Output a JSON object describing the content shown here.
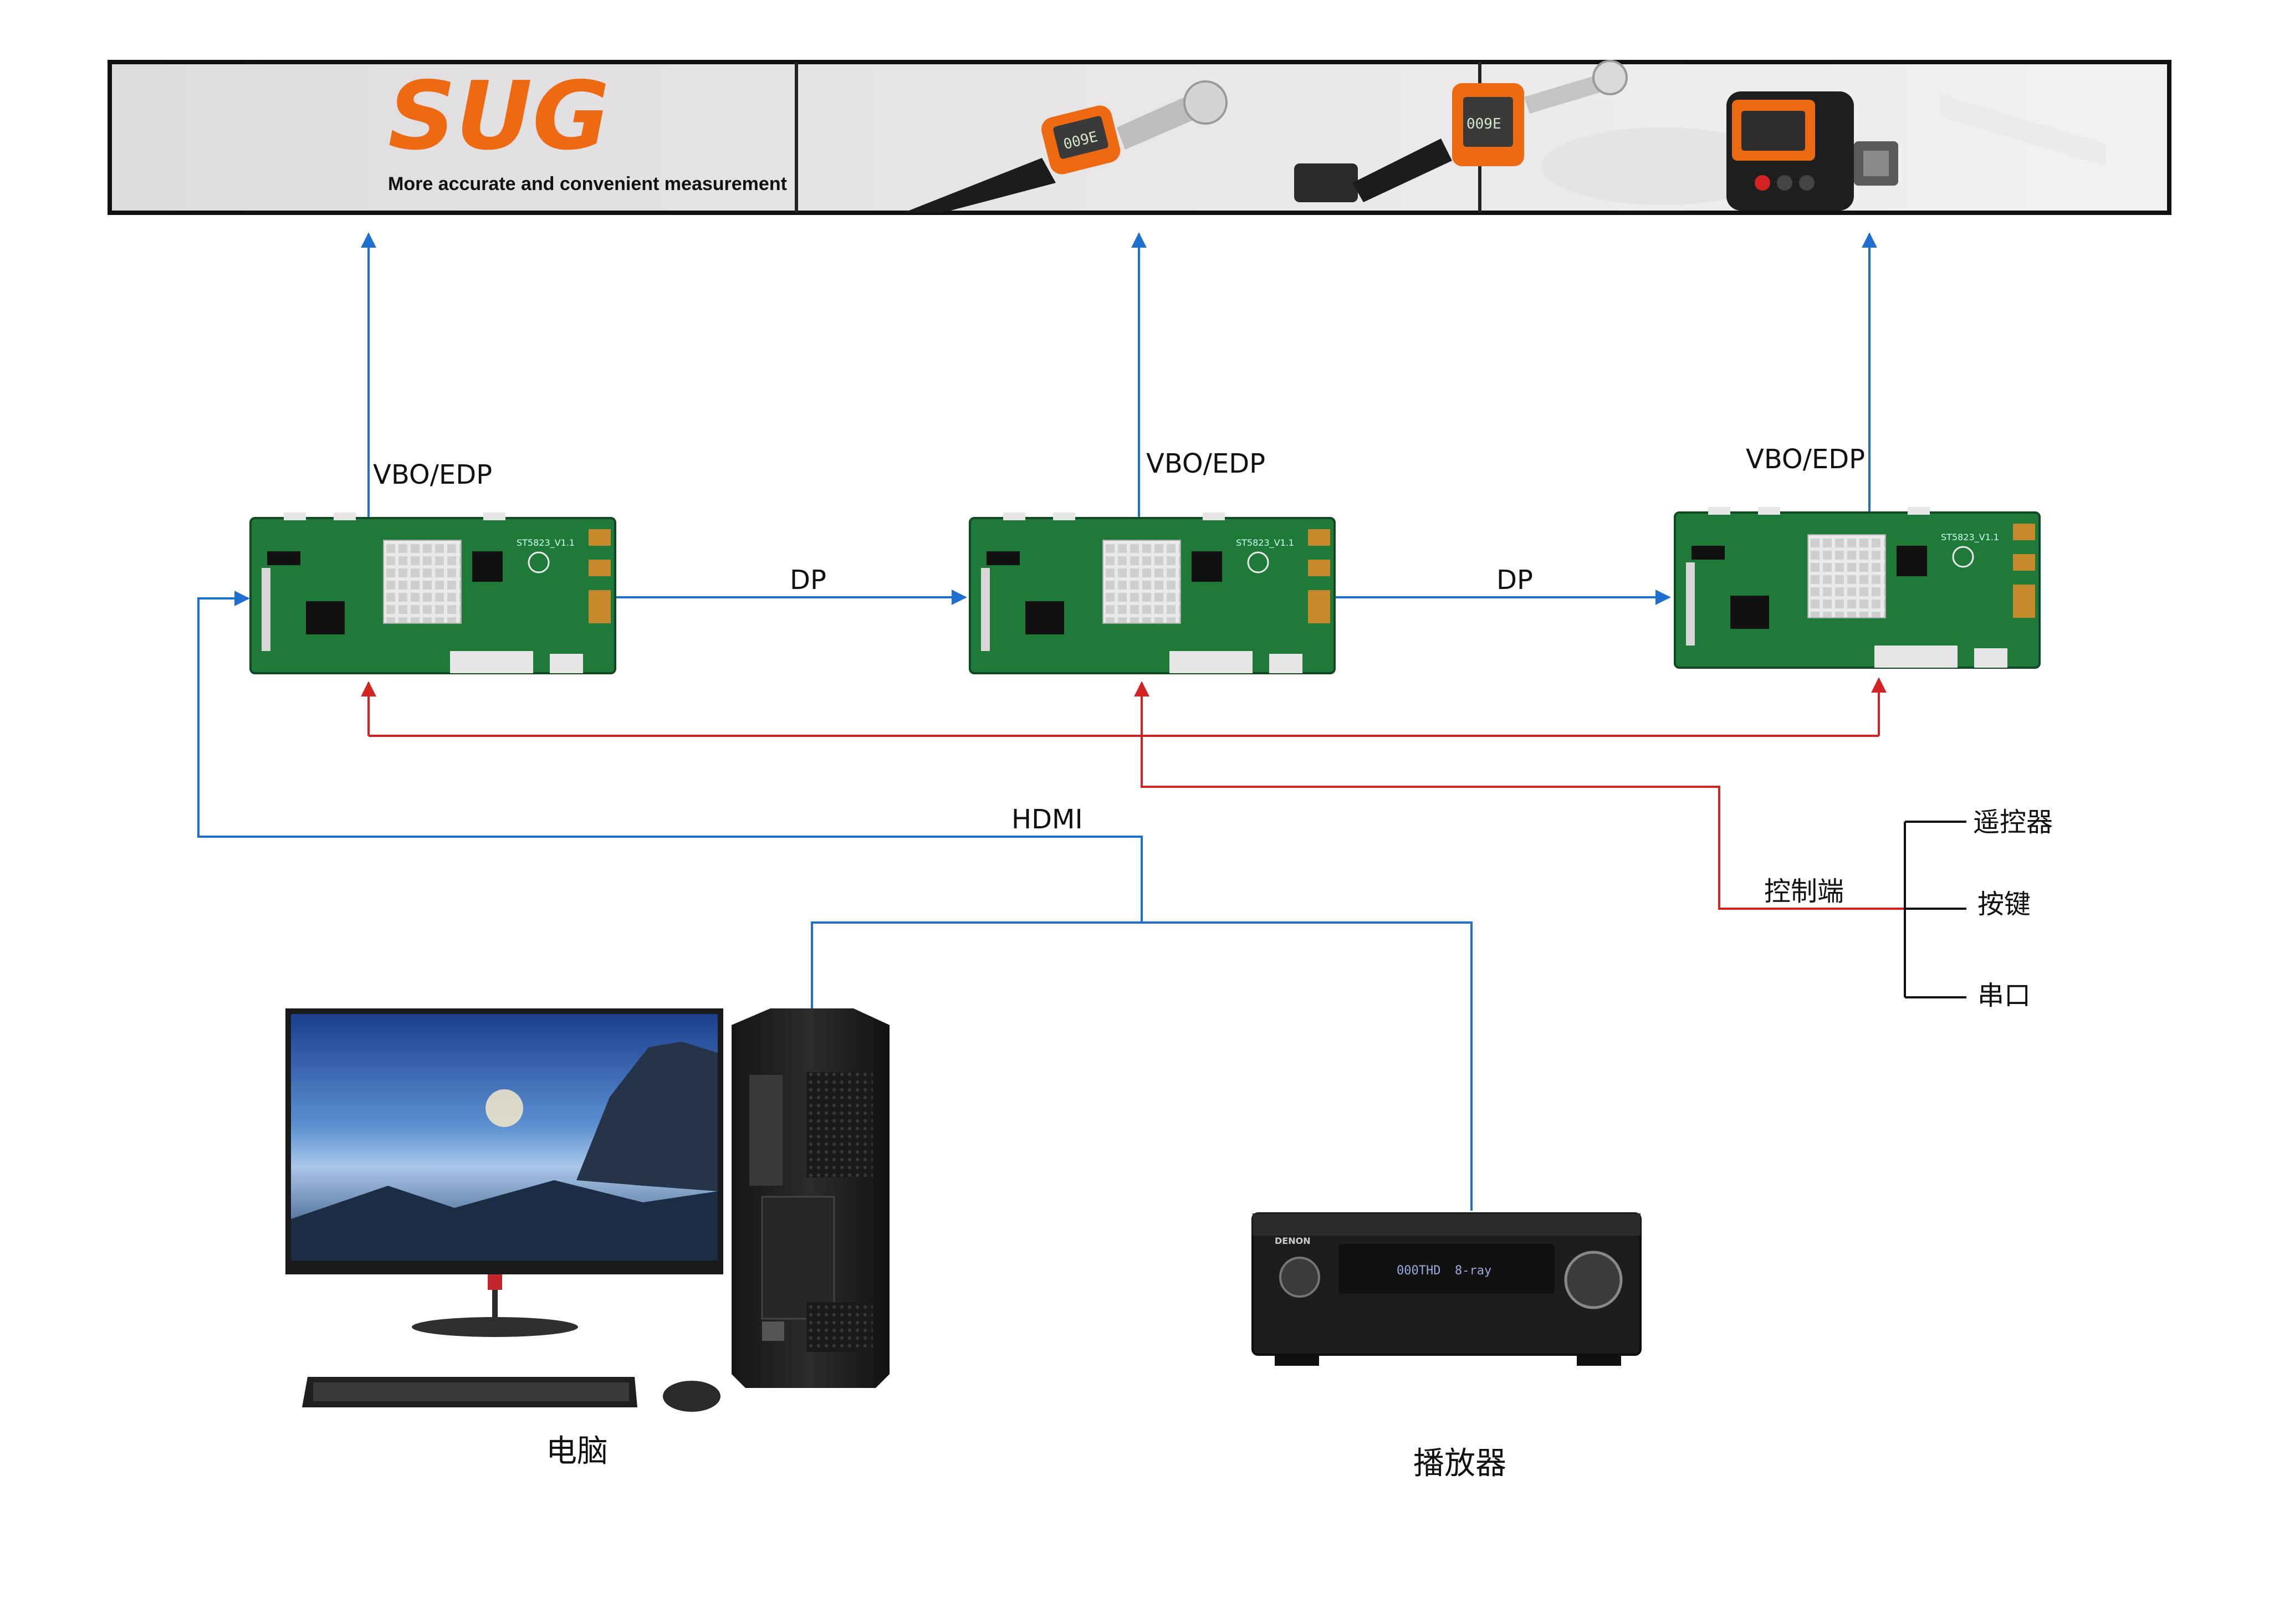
{
  "banner": {
    "logo_text": "SUG",
    "tagline": "More accurate and convenient measurement",
    "device_readouts": [
      "009E",
      "009E"
    ]
  },
  "boards": [
    {
      "output_label": "VBO/EDP",
      "silk": "ST5823_V1.1"
    },
    {
      "output_label": "VBO/EDP",
      "silk": "ST5823_V1.1"
    },
    {
      "output_label": "VBO/EDP",
      "silk": "ST5823_V1.1"
    }
  ],
  "links": {
    "dp_1": "DP",
    "dp_2": "DP",
    "hdmi": "HDMI",
    "control": "控制端"
  },
  "control_options": [
    "遥控器",
    "按键",
    "串口"
  ],
  "sources": {
    "computer": "电脑",
    "player": "播放器",
    "player_brand": "DENON",
    "player_display": [
      "000THD",
      "8-ray"
    ]
  },
  "colors": {
    "blue_line": "#1f6fd1",
    "red_line": "#d42323",
    "pcb_green": "#1f7a3a",
    "logo_orange": "#ee6a12"
  }
}
